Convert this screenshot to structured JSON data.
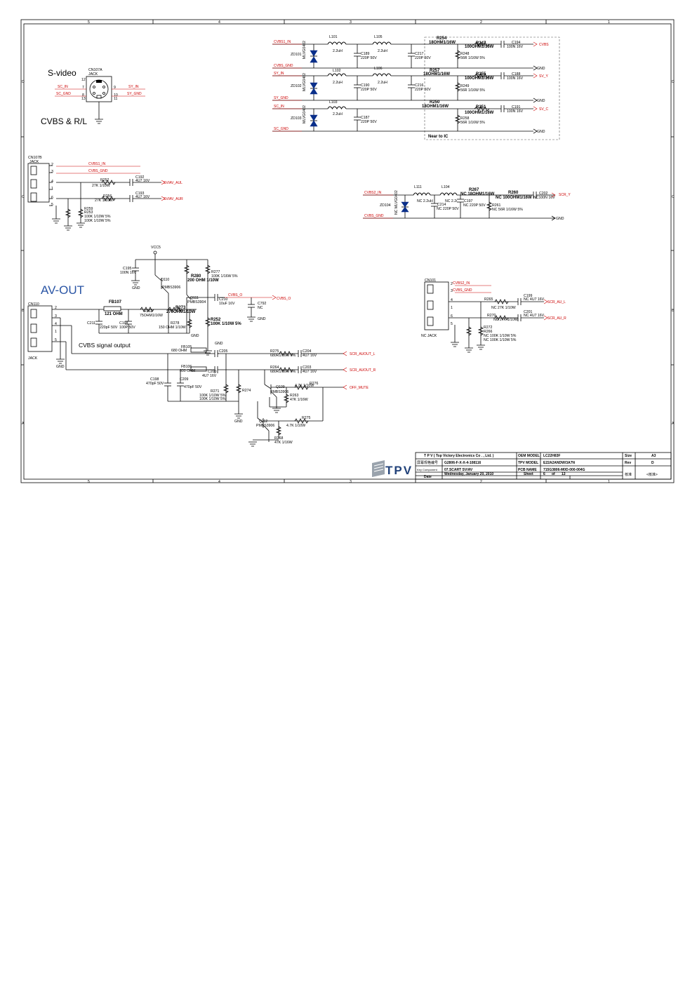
{
  "sheet": {
    "section_titles": {
      "svideo": "S-video",
      "cvbs_rl": "CVBS & R/L",
      "av_out": "AV-OUT",
      "cvbs_output": "CVBS signal output",
      "near_ic": "Near to IC"
    },
    "frame_cols": [
      "5",
      "4",
      "3",
      "2",
      "1"
    ],
    "frame_rows": [
      "D",
      "C",
      "B",
      "A"
    ]
  },
  "svideo_jack": {
    "ref": "CN107A",
    "type": "JACK",
    "pins": [
      "12",
      "7",
      "8",
      "13",
      "9",
      "10",
      "11"
    ],
    "nets": [
      "SC_IN",
      "SC_GND",
      "SY_IN",
      "SY_GND"
    ]
  },
  "jack_cn107b": {
    "ref": "CN107B",
    "type": "JACK",
    "pins": [
      "2",
      "3",
      "4",
      "1",
      "6",
      "5"
    ],
    "nets": [
      "CVBS1_IN",
      "CVBS_GND",
      "SV/AV_AUL",
      "SV/AV_AUR"
    ],
    "parts": [
      {
        "ref": "R252",
        "val": "27K 1/10W"
      },
      {
        "ref": "C192",
        "val": "4U7 16V"
      },
      {
        "ref": "R256",
        "val": "27K 1/10W"
      },
      {
        "ref": "C193",
        "val": "4U7 16V"
      },
      {
        "ref": "R259",
        "val": ""
      },
      {
        "ref": "R253",
        "val": ""
      },
      {
        "ref": "",
        "val": "100K 1/10W 5%"
      },
      {
        "ref": "",
        "val": "100K 1/10W 5%"
      }
    ]
  },
  "filter_block": {
    "input_nets": [
      "CVBS1_IN",
      "CVBS_GND",
      "SY_IN",
      "SY_GND",
      "SC_IN",
      "SC_GND"
    ],
    "output_nets": [
      "CVBS",
      "SV_Y",
      "SV_C",
      "GND"
    ],
    "diodes": [
      {
        "ref": "ZD101",
        "val": "MLVG0402"
      },
      {
        "ref": "ZD102",
        "val": "MLVG0402"
      },
      {
        "ref": "ZD103",
        "val": "MLVG0402"
      }
    ],
    "inductors": [
      {
        "ref": "L101",
        "val": "2.2uH"
      },
      {
        "ref": "L105",
        "val": "2.2uH"
      },
      {
        "ref": "L102",
        "val": "2.2uH"
      },
      {
        "ref": "L106",
        "val": "2.2uH"
      },
      {
        "ref": "L103",
        "val": "2.2uH"
      }
    ],
    "caps": [
      {
        "ref": "C189",
        "val": "220P 50V"
      },
      {
        "ref": "C217",
        "val": "220P 50V"
      },
      {
        "ref": "C190",
        "val": "220P 50V"
      },
      {
        "ref": "C216",
        "val": "220P 50V"
      },
      {
        "ref": "C187",
        "val": "220P 50V"
      },
      {
        "ref": "C194",
        "val": "100N 16V"
      },
      {
        "ref": "C188",
        "val": "100N 16V"
      },
      {
        "ref": "C191",
        "val": "100N 16V"
      }
    ],
    "resistors": [
      {
        "ref": "R254",
        "val": "18OHM1/16W"
      },
      {
        "ref": "R247",
        "val": "100OHM1/16W"
      },
      {
        "ref": "R248",
        "val": "56R 1/16W 5%"
      },
      {
        "ref": "R257",
        "val": "18OHM1/16W"
      },
      {
        "ref": "R255",
        "val": "100OHM1/16W"
      },
      {
        "ref": "R249",
        "val": "56R 1/16W 5%"
      },
      {
        "ref": "R250",
        "val": "18OHM1/16W"
      },
      {
        "ref": "R251",
        "val": "100OHM1/16W"
      },
      {
        "ref": "R258",
        "val": "56R 1/16W 5%"
      }
    ]
  },
  "scart_filter": {
    "nets": [
      "CVBS2_IN",
      "CVBS_GND",
      "SCR_Y",
      "GND"
    ],
    "diode": {
      "ref": "ZD104",
      "val": "NC MLVG0402"
    },
    "l111": {
      "ref": "L111",
      "val": "NC 2.2uH"
    },
    "l104": {
      "ref": "L104",
      "val": "NC 2.2uH"
    },
    "c214": {
      "ref": "C214",
      "val": "NC 220P 50V"
    },
    "c197": {
      "ref": "C197",
      "val": "NC 220P 50V"
    },
    "r267": {
      "ref": "R267",
      "val": "NC 18OHM1/16W"
    },
    "r260": {
      "ref": "R260",
      "val": "NC 100OHM1/16W"
    },
    "r261": {
      "ref": "R261",
      "val": "NC 56R 1/16W 5%"
    },
    "c202": {
      "ref": "C202",
      "val": "NC100N 16V"
    }
  },
  "av_out": {
    "vcc": "VCC5",
    "jack": {
      "ref": "CN110",
      "type": "JACK",
      "pins": [
        "2",
        "3",
        "4",
        "1",
        "5"
      ]
    },
    "gnd": "GND",
    "parts": {
      "c196": {
        "ref": "C195",
        "val": "100N 16V"
      },
      "q110": {
        "ref": "Q110",
        "val": "PMBS3906"
      },
      "r277": {
        "ref": "R277",
        "val": "100K 1/16W 5%"
      },
      "r280": {
        "ref": "R280",
        "val": "200 OHM 1/10W"
      },
      "q111": {
        "ref": "Q111",
        "val": "PMBS3904"
      },
      "c210": {
        "ref": "C210",
        "val": "10uF 16V"
      },
      "c792": {
        "ref": "C792",
        "val": "NC"
      },
      "fb107": {
        "ref": "FB107",
        "val": "121 OHM"
      },
      "r262": {
        "ref": "R262",
        "val": "75OHM1/16W"
      },
      "r273": {
        "ref": "R273",
        "val": "270OHM1/10W"
      },
      "c211": {
        "ref": "C211",
        "val": "220pF 50V"
      },
      "c198": {
        "ref": "C198",
        "val": "100P 50V"
      },
      "r278": {
        "ref": "R278",
        "val": "150 OHM 1/10W"
      },
      "r252b": {
        "ref": "R252",
        "val": "100K 1/10W 5%"
      },
      "cvbs_o": "CVBS_O",
      "fb105": {
        "ref": "FB105",
        "val": "680 OHM"
      },
      "c205": {
        "ref": "C205",
        "val": ""
      },
      "r275a": {
        "ref": "R275",
        "val": "680R1/16W 5%"
      },
      "c204": {
        "ref": "C204",
        "val": "4U7 16V"
      },
      "fb106": {
        "ref": "FB106",
        "val": "800 OHM"
      },
      "c200": {
        "ref": "C200",
        "val": "4U7 16V"
      },
      "r264": {
        "ref": "R264",
        "val": "680R1/16W 5%"
      },
      "c203": {
        "ref": "C203",
        "val": "4U7 16V"
      },
      "c199b": {
        "ref": "C198",
        "val": "470pF 50V"
      },
      "c209": {
        "ref": "C209",
        "val": "470pF 50V"
      },
      "r271": {
        "ref": "R271",
        "val": "100K 1/10W 5%"
      },
      "r271b": {
        "ref": "",
        "val": "100K 1/10W 5%"
      },
      "r274": {
        "ref": "R274",
        "val": ""
      },
      "q109": {
        "ref": "Q109",
        "val": "PMBS3906"
      },
      "r276": {
        "ref": "R276",
        "val": "4.7K 1/10W"
      },
      "r263": {
        "ref": "R263",
        "val": "47K 1/16W"
      },
      "q112": {
        "ref": "Q112",
        "val": "PMBS3906"
      },
      "r275b": {
        "ref": "R275",
        "val": "4.7K 1/10W"
      },
      "r268": {
        "ref": "R268",
        "val": "47K 1/16W"
      }
    },
    "nets": [
      "SCR_AUOUT_L",
      "SCR_AUOUT_R",
      "OFF_MUTE"
    ]
  },
  "cn101": {
    "ref": "CN101",
    "type": "NC JACK",
    "nets": [
      "CVBS2_IN",
      "CVBS_GND",
      "SCR_AU_L",
      "SCR_AU_R"
    ],
    "pins": [
      "2",
      "3",
      "4",
      "1",
      "6",
      "5"
    ],
    "parts": [
      {
        "ref": "R265",
        "val": "NC 27K 1/10W"
      },
      {
        "ref": "C199",
        "val": "NC 4U7 16V"
      },
      {
        "ref": "R270",
        "val": "NC 27K 1/10W"
      },
      {
        "ref": "C201",
        "val": "NC 4U7 16V"
      },
      {
        "ref": "R272",
        "val": ""
      },
      {
        "ref": "R266",
        "val": ""
      },
      {
        "ref": "",
        "val": "NC 100K 1/10W 5%"
      },
      {
        "ref": "",
        "val": "NC 100K 1/10W 5%"
      }
    ]
  },
  "title_block": {
    "company": "T P V  ( Top  Victory  Electronics  Co . ,  Ltd. )",
    "oem_model_label": "OEM MODEL",
    "oem_model": "LC22H83F",
    "size_label": "Size",
    "size": "A3",
    "row2_left": "屏幕规格编号",
    "row2_code": "G2806-F-X-X-4-108116",
    "tpv_model_label": "TPV MODEL",
    "tpv_model": "E22A2ANDW/3A7N",
    "rev_label": "Rev",
    "rev": "D",
    "key_comp_label": "Key Component",
    "key_comp": "07.SCART SV/AV",
    "pcb_label": "PCB NAME",
    "pcb": "715G3806-M0D-000-004G",
    "date_label": "Date",
    "date": "Wednesday, January 20, 2010",
    "sheet_label": "Sheet",
    "sheet": "6",
    "of": "of",
    "total": "13",
    "approval_label": "核准",
    "approval": "<核准>",
    "logo": "TPV"
  }
}
